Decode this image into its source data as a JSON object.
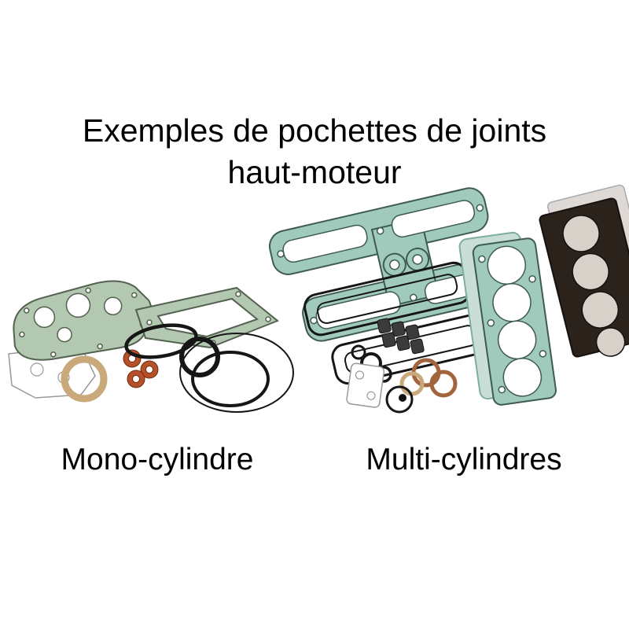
{
  "title": {
    "line1": "Exemples de pochettes de joints",
    "line2": "haut-moteur"
  },
  "captions": {
    "mono": "Mono-cylindre",
    "multi": "Multi-cylindres"
  },
  "illustrations": {
    "mono": {
      "parts": [
        "cylinder-base-gasket",
        "paper-gasket",
        "paper-ring-gasket",
        "copper-washers",
        "o-rings"
      ]
    },
    "multi": {
      "parts": [
        "rocker-cover-gasket",
        "cover-gasket-outline",
        "head-gasket-4-bores",
        "dark-head-gasket",
        "valve-stem-seals",
        "bronze-rings",
        "o-rings",
        "paper-gasket",
        "ring-with-dot"
      ]
    }
  },
  "colors": {
    "background": "#ffffff",
    "text": "#000000",
    "gasket_green": "#b2c8b0",
    "gasket_green_outline": "#53614f",
    "gasket_teal": "#9fcabc",
    "gasket_teal_outline": "#3e5a52",
    "gasket_teal_light": "#c9dfd5",
    "gasket_dark": "#2c221c",
    "bore_light": "#d8d1c9",
    "copper": "#b5502a",
    "copper_outline": "#6e2c10",
    "bronze_ring": "#a2643c",
    "tan_ring": "#c9a87a",
    "rubber_black": "#161616",
    "paper_outline": "#999999"
  }
}
